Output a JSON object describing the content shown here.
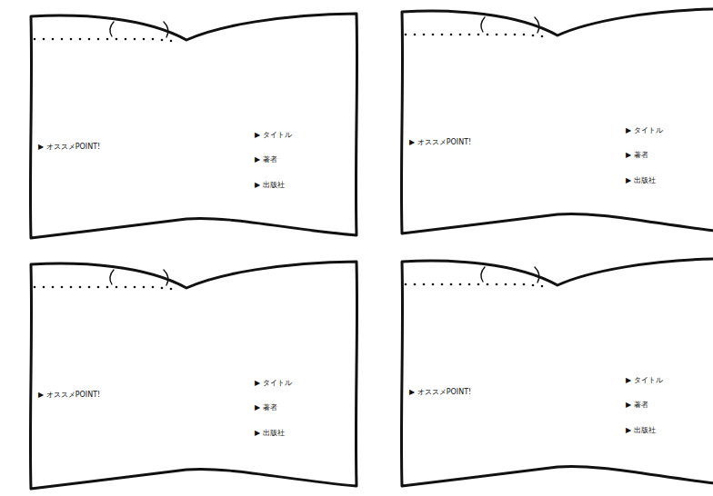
{
  "diagram": {
    "nodes": [
      {
        "text": [
          "▶ オススメPOINT!",
          "▶ タイトル",
          "▶ 著者",
          "▶ 出版社"
        ]
      },
      {
        "text": [
          "▶ オススメPOINT!",
          "▶ タイトル",
          "▶ 著者",
          "▶ 出版社"
        ]
      },
      {
        "text": [
          "▶ オススメPOINT!",
          "▶ タイトル",
          "▶ 著者",
          "▶ 出版社"
        ]
      },
      {
        "text": [
          "▶ オススメPOINT!",
          "▶ タイトル",
          "▶ 著者",
          "▶ 出版社"
        ]
      }
    ]
  }
}
